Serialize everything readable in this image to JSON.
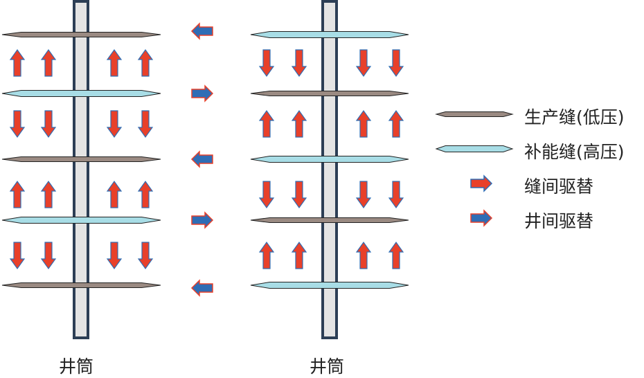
{
  "colors": {
    "production": "#9a8a82",
    "injection": "#a8dde6",
    "arrow_red": "#e8402a",
    "arrow_blue": "#2f6db5",
    "well_border": "#2c3e55",
    "well_fill": "#e4e4e4"
  },
  "wells": [
    {
      "label": "井筒",
      "fractures": [
        "production",
        "injection",
        "production",
        "injection",
        "production"
      ],
      "flows": [
        "up",
        "down",
        "up",
        "down"
      ]
    },
    {
      "label": "井筒",
      "fractures": [
        "injection",
        "production",
        "injection",
        "production",
        "injection"
      ],
      "flows": [
        "down",
        "up",
        "down",
        "up"
      ]
    }
  ],
  "interwell_arrows": [
    "left",
    "right",
    "left",
    "right",
    "left"
  ],
  "legend": [
    {
      "type": "production",
      "label": "生产缝(低压)"
    },
    {
      "type": "injection",
      "label": "补能缝(高压)"
    },
    {
      "type": "interfracture",
      "label": "缝间驱替"
    },
    {
      "type": "interwell",
      "label": "井间驱替"
    }
  ]
}
